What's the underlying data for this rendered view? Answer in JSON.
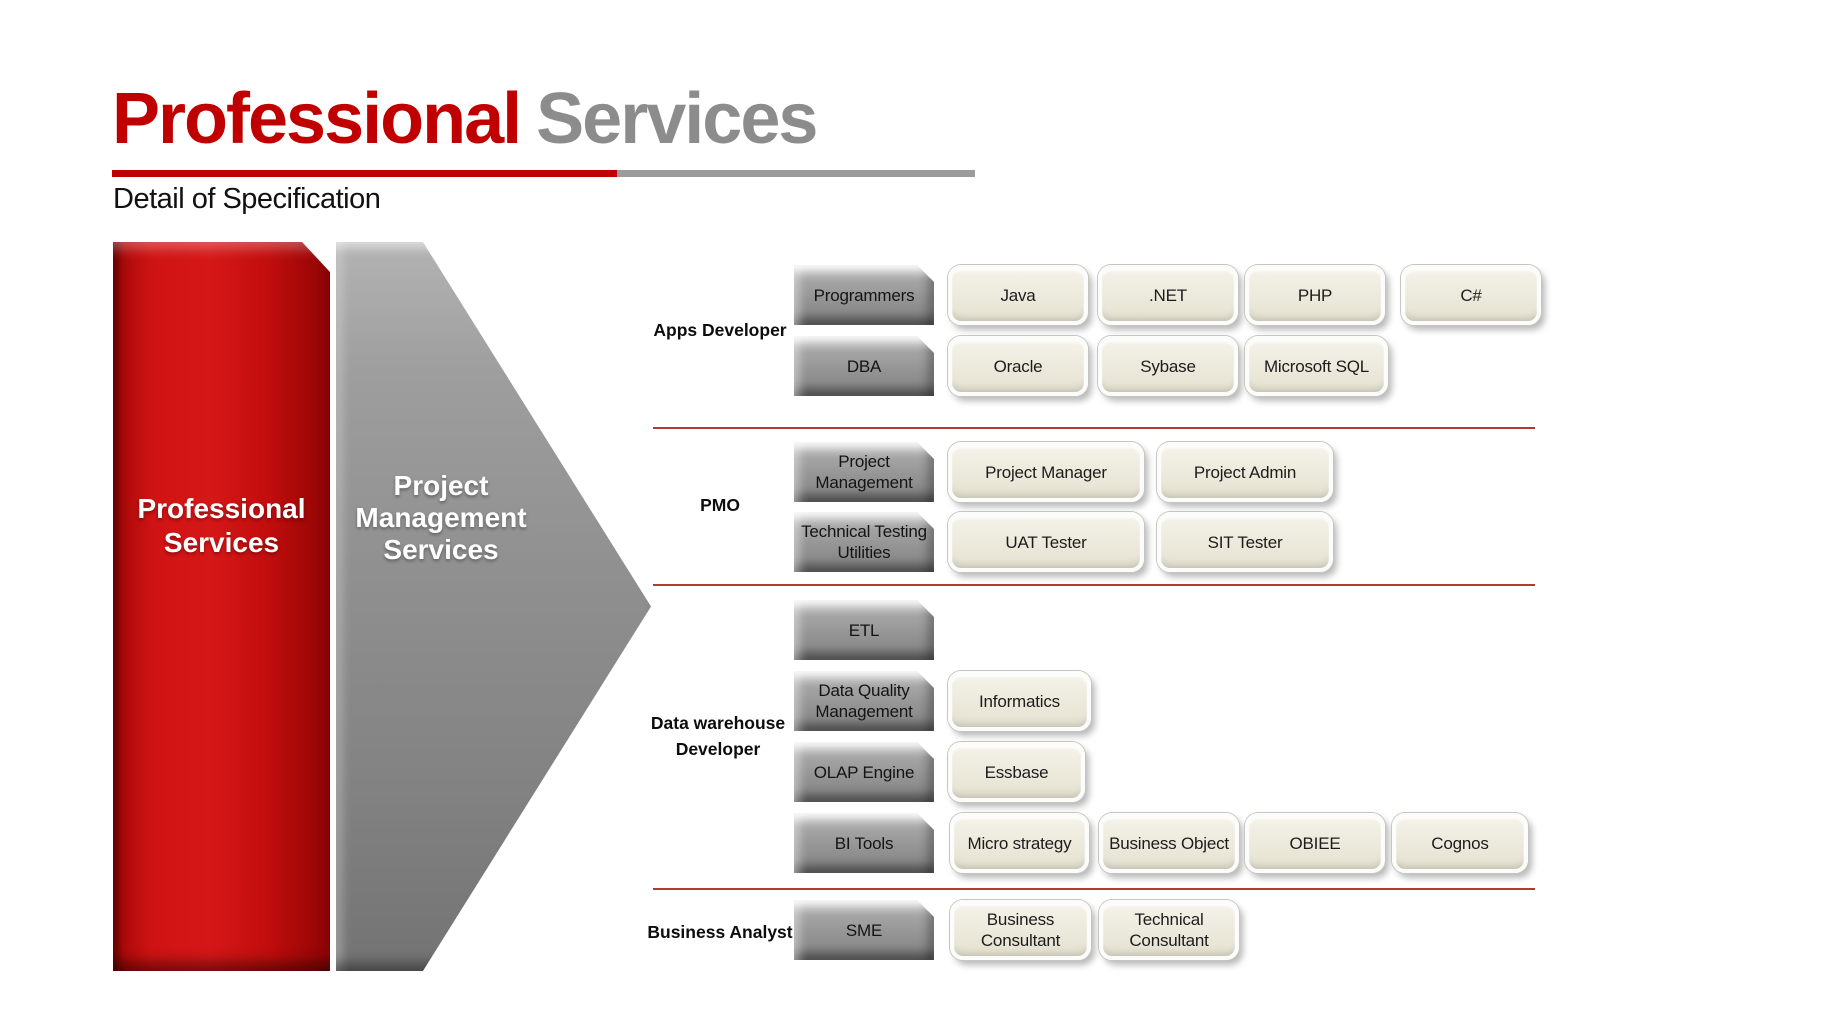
{
  "title": {
    "primary": "Professional",
    "secondary": "Services"
  },
  "subtitle": "Detail of Specification",
  "left_panel": {
    "lines": [
      "Professional",
      "Services"
    ]
  },
  "arrow": {
    "lines": [
      "Project",
      "Management",
      "Services"
    ]
  },
  "colors": {
    "title_red": "#C00000",
    "title_gray": "#8C8C8C",
    "underline_gray": "#9B9B9B",
    "divider_red": "#B03B36",
    "panel_red": "#C90F0F",
    "arrow_gray": "#8F8F8F",
    "category_fill": "#9C9C9C",
    "button_fill": "#EDEBDF"
  },
  "sections": [
    {
      "label": "Apps Developer",
      "rows": [
        {
          "category": "Programmers",
          "items": [
            {
              "label": "Java"
            },
            {
              "label": ".NET"
            },
            {
              "label": "PHP"
            },
            {
              "label": "C#"
            }
          ]
        },
        {
          "category": "DBA",
          "items": [
            {
              "label": "Oracle"
            },
            {
              "label": "Sybase"
            },
            {
              "label": "Microsoft SQL"
            }
          ]
        }
      ]
    },
    {
      "label": "PMO",
      "rows": [
        {
          "category_lines": [
            "Project",
            "Management"
          ],
          "items": [
            {
              "label": "Project Manager"
            },
            {
              "label": "Project Admin"
            }
          ]
        },
        {
          "category_lines": [
            "Technical Testing",
            "Utilities"
          ],
          "items": [
            {
              "label": "UAT Tester"
            },
            {
              "label": "SIT Tester"
            }
          ]
        }
      ]
    },
    {
      "label_lines": [
        "Data warehouse",
        "Developer"
      ],
      "rows": [
        {
          "category": "ETL",
          "items": []
        },
        {
          "category_lines": [
            "Data Quality",
            "Management"
          ],
          "items": [
            {
              "label": "Informatics"
            }
          ]
        },
        {
          "category": "OLAP Engine",
          "items": [
            {
              "label": "Essbase"
            }
          ]
        },
        {
          "category": "BI Tools",
          "items": [
            {
              "label": "Micro strategy"
            },
            {
              "label": "Business Object"
            },
            {
              "label": "OBIEE"
            },
            {
              "label": "Cognos"
            }
          ]
        }
      ]
    },
    {
      "label": "Business Analyst",
      "rows": [
        {
          "category": "SME",
          "items": [
            {
              "label_lines": [
                "Business",
                "Consultant"
              ]
            },
            {
              "label_lines": [
                "Technical",
                "Consultant"
              ]
            }
          ]
        }
      ]
    }
  ]
}
